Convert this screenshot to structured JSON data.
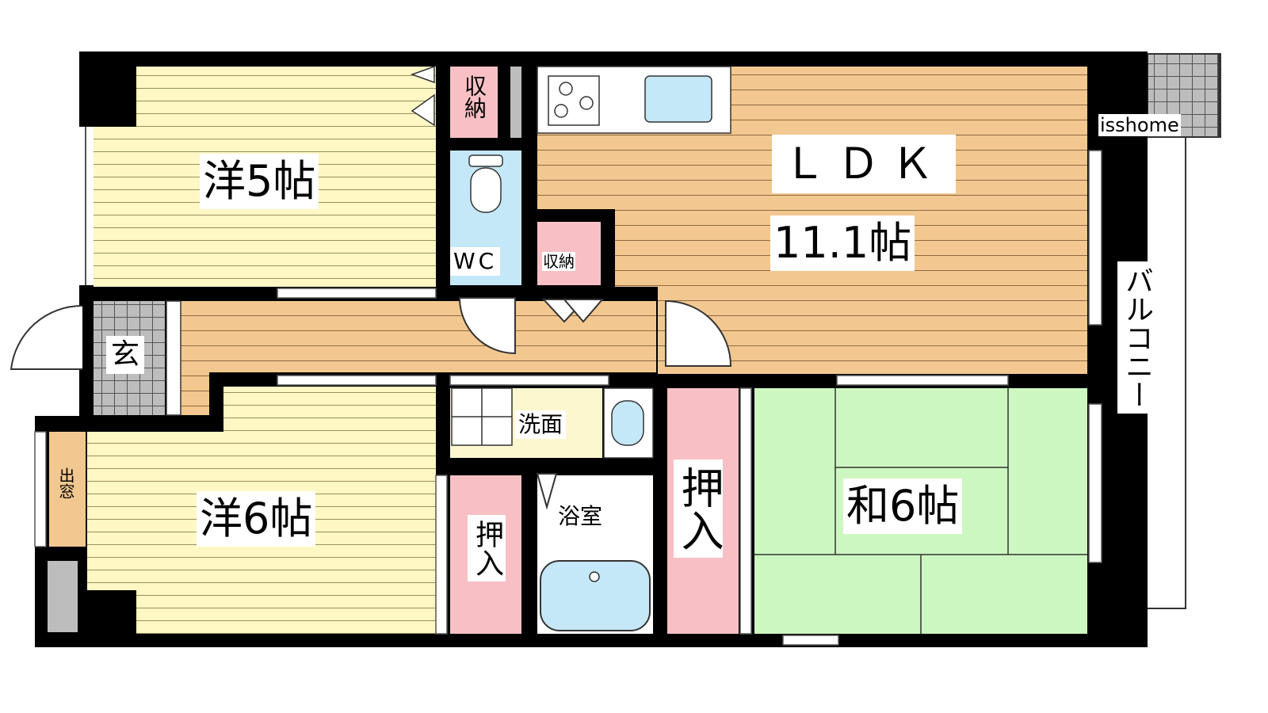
{
  "watermark": "isshome",
  "rooms": {
    "western5": "洋5帖",
    "western6": "洋6帖",
    "ldk_name": "ＬＤＫ",
    "ldk_size": "11.1帖",
    "japanese6": "和6帖",
    "wc": "WC",
    "storage_top": "収納",
    "storage_mid": "収納",
    "entrance": "玄",
    "washroom": "洗面",
    "bathroom": "浴室",
    "closet_left": "押入",
    "closet_right": "押入",
    "bay_window": "出窓",
    "balcony": "バルコニー"
  },
  "colors": {
    "wall": "#000000",
    "western_floor": "#fff7c4",
    "wood_floor": "#f2c890",
    "tatami": "#cdf7c0",
    "wet_area": "#c5e8f8",
    "storage": "#f8c0c4",
    "tile": "#bdbdbd",
    "washroom": "#fdf7cf"
  }
}
